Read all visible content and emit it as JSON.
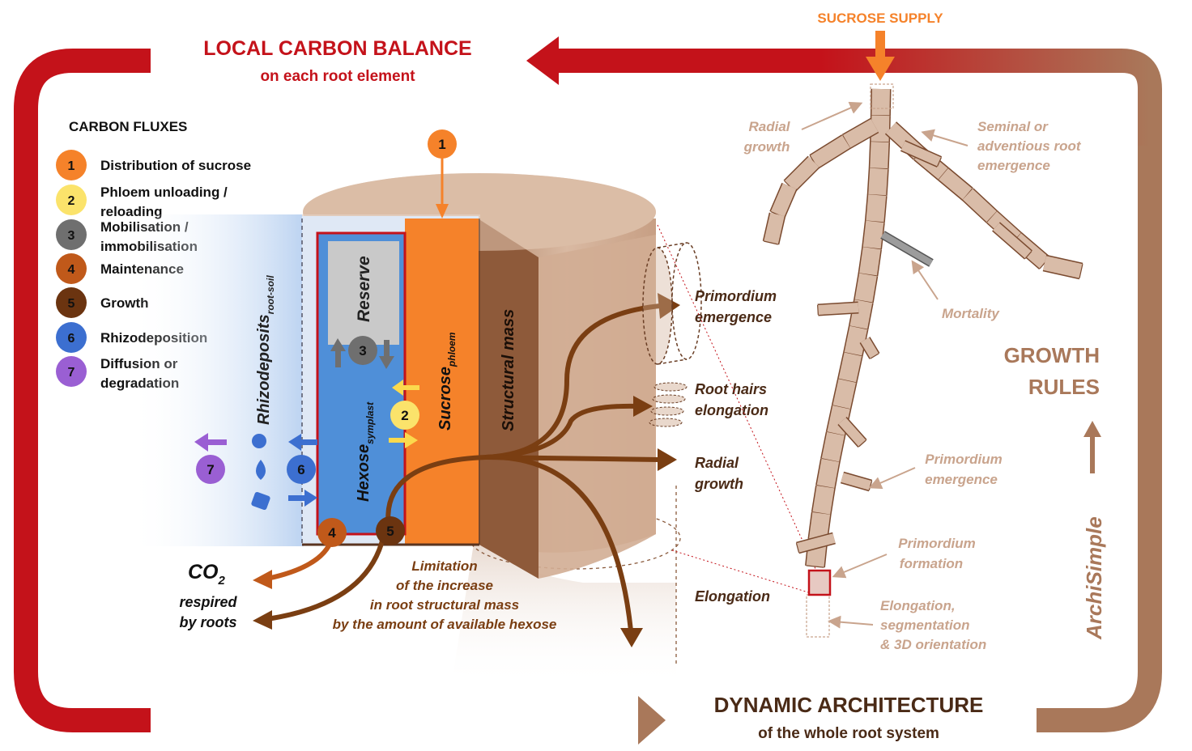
{
  "header": {
    "title": "LOCAL CARBON BALANCE",
    "subtitle": "on each root element",
    "sucrose_supply": "SUCROSE SUPPLY"
  },
  "footer": {
    "title": "DYNAMIC ARCHITECTURE",
    "subtitle": "of the whole root system"
  },
  "legend": {
    "heading": "CARBON FLUXES",
    "items": [
      {
        "num": "1",
        "line1": "Distribution of sucrose",
        "line2": "",
        "color": "#f5822a"
      },
      {
        "num": "2",
        "line1": "Phloem unloading /",
        "line2": "reloading",
        "color": "#fbe36b"
      },
      {
        "num": "3",
        "line1": "Mobilisation /",
        "line2": "immobilisation",
        "color": "#6f6f6f"
      },
      {
        "num": "4",
        "line1": "Maintenance",
        "line2": "",
        "color": "#c0591a"
      },
      {
        "num": "5",
        "line1": "Growth",
        "line2": "",
        "color": "#6b3410"
      },
      {
        "num": "6",
        "line1": "Rhizodeposition",
        "line2": "",
        "color": "#3c6fd0"
      },
      {
        "num": "7",
        "line1": "Diffusion or",
        "line2": "degradation",
        "color": "#9a5fd3"
      }
    ]
  },
  "compartments": {
    "reserve": "Reserve",
    "hexose": "Hexose",
    "hexose_sub": "symplast",
    "sucrose": "Sucrose",
    "sucrose_sub": "phloem",
    "structural": "Structural mass",
    "rhizodeposits": "Rhizodeposits",
    "rhizodeposits_sub": "root-soil"
  },
  "co2": {
    "label": "CO",
    "sub": "2",
    "line1": "respired",
    "line2": "by roots"
  },
  "limitation": [
    "Limitation",
    "of the increase",
    "in root structural mass",
    "by the amount of available hexose"
  ],
  "growth_outputs": {
    "primordium_emergence": [
      "Primordium",
      "emergence"
    ],
    "root_hairs": [
      "Root hairs",
      "elongation"
    ],
    "radial_growth": [
      "Radial",
      "growth"
    ],
    "elongation": "Elongation"
  },
  "architecture_labels": {
    "radial_growth": [
      "Radial",
      "growth"
    ],
    "seminal": [
      "Seminal or",
      "adventious root",
      "emergence"
    ],
    "mortality": "Mortality",
    "primordium_emergence": [
      "Primordium",
      "emergence"
    ],
    "primordium_formation": [
      "Primordium",
      "formation"
    ],
    "elongation": [
      "Elongation,",
      "segmentation",
      "& 3D orientation"
    ]
  },
  "growth_rules": [
    "GROWTH",
    "RULES"
  ],
  "archisimple": "ArchiSimple",
  "colors": {
    "red": "#c4121a",
    "tan": "#a9785a",
    "orange": "#f5822a",
    "blue": "#4f8fd8",
    "brown": "#6b3410"
  }
}
